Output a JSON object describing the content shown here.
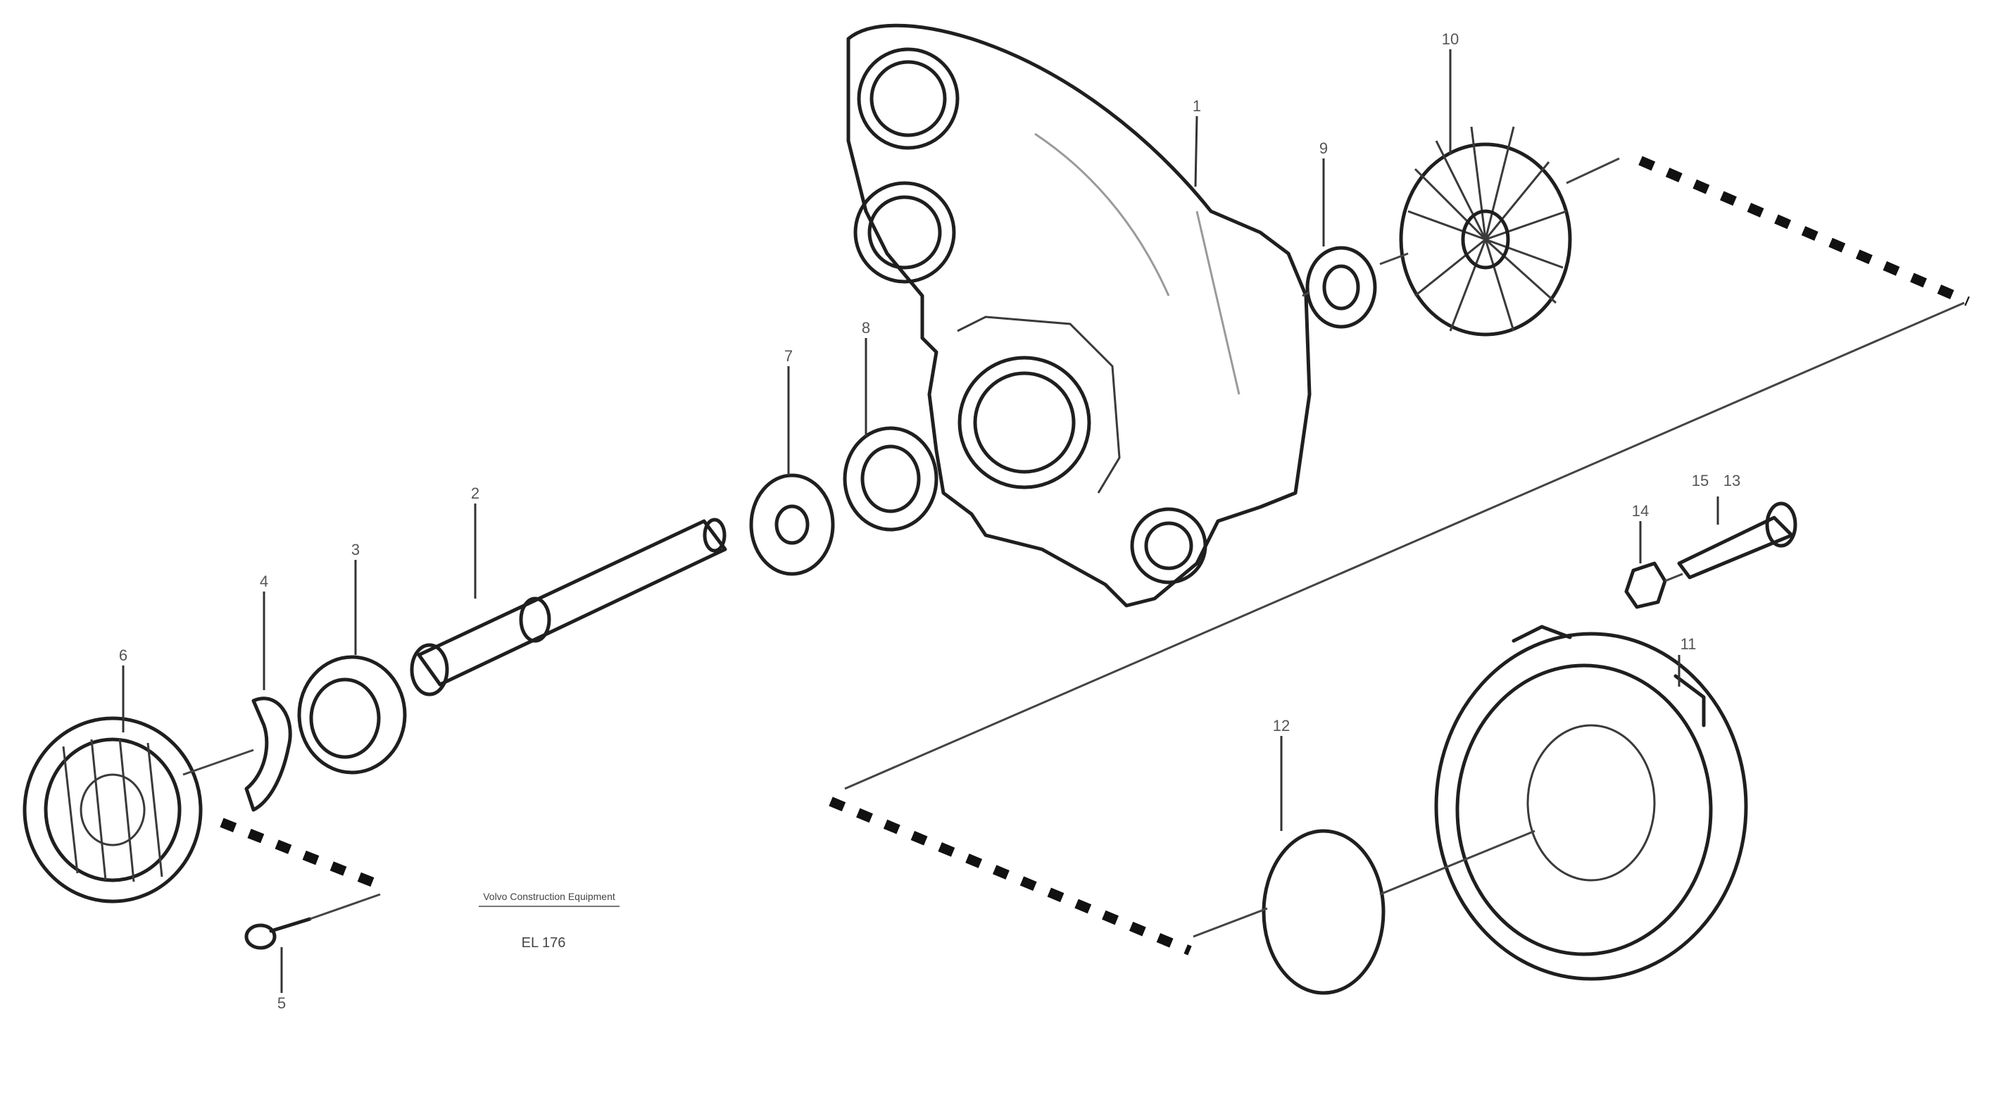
{
  "callouts": [
    "1",
    "2",
    "3",
    "4",
    "5",
    "6",
    "7",
    "8",
    "9",
    "10",
    "11",
    "12",
    "13",
    "14",
    "15"
  ],
  "reference": {
    "caption": "Volvo Construction Equipment",
    "code": "EL 176"
  }
}
